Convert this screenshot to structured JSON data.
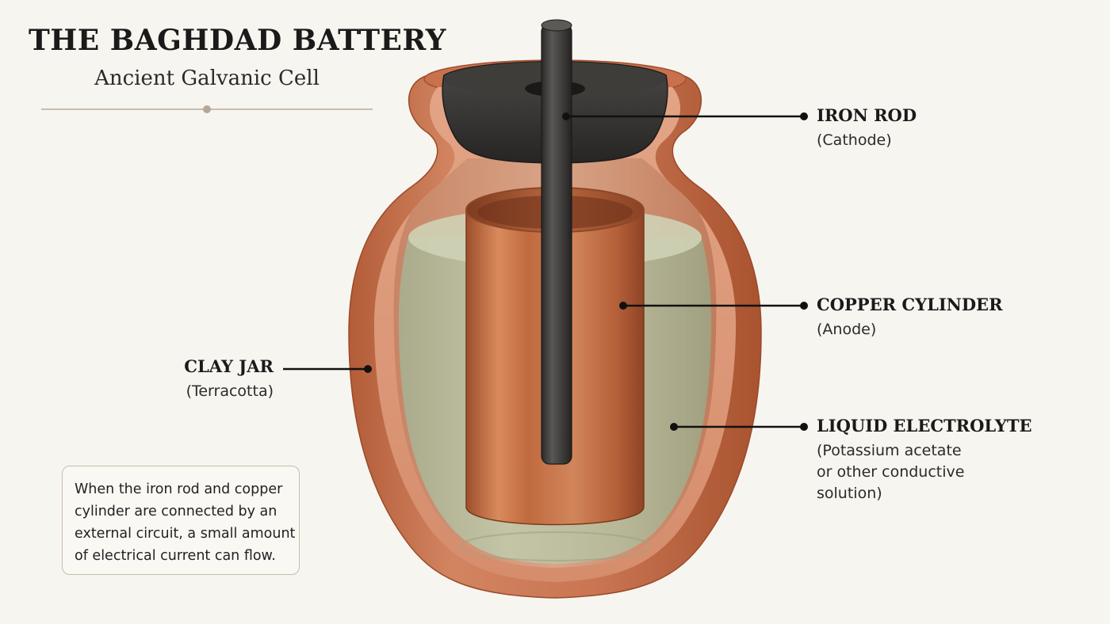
{
  "title": "THE BAGHDAD BATTERY",
  "subtitle": "Ancient Galvanic Cell",
  "labels": {
    "iron_rod": {
      "name": "IRON ROD",
      "detail": "(Cathode)"
    },
    "copper_cylinder": {
      "name": "COPPER CYLINDER",
      "detail": "(Anode)"
    },
    "clay_jar": {
      "name": "CLAY JAR",
      "detail": "(Terracotta)"
    },
    "electrolyte": {
      "name": "LIQUID ELECTROLYTE",
      "detail_lines": [
        "(Potassium acetate",
        "or other conductive",
        "solution)"
      ]
    }
  },
  "note_lines": [
    "When the iron rod and copper",
    "cylinder are connected by an",
    "external circuit, a small amount",
    "of electrical current can flow."
  ],
  "colors": {
    "background": "#f7f5f0",
    "terracotta": "#c46b45",
    "copper": "#c8764a",
    "iron": "#3e3d3b",
    "electrolyte": "#b9bd9f",
    "leader": "#111111"
  }
}
